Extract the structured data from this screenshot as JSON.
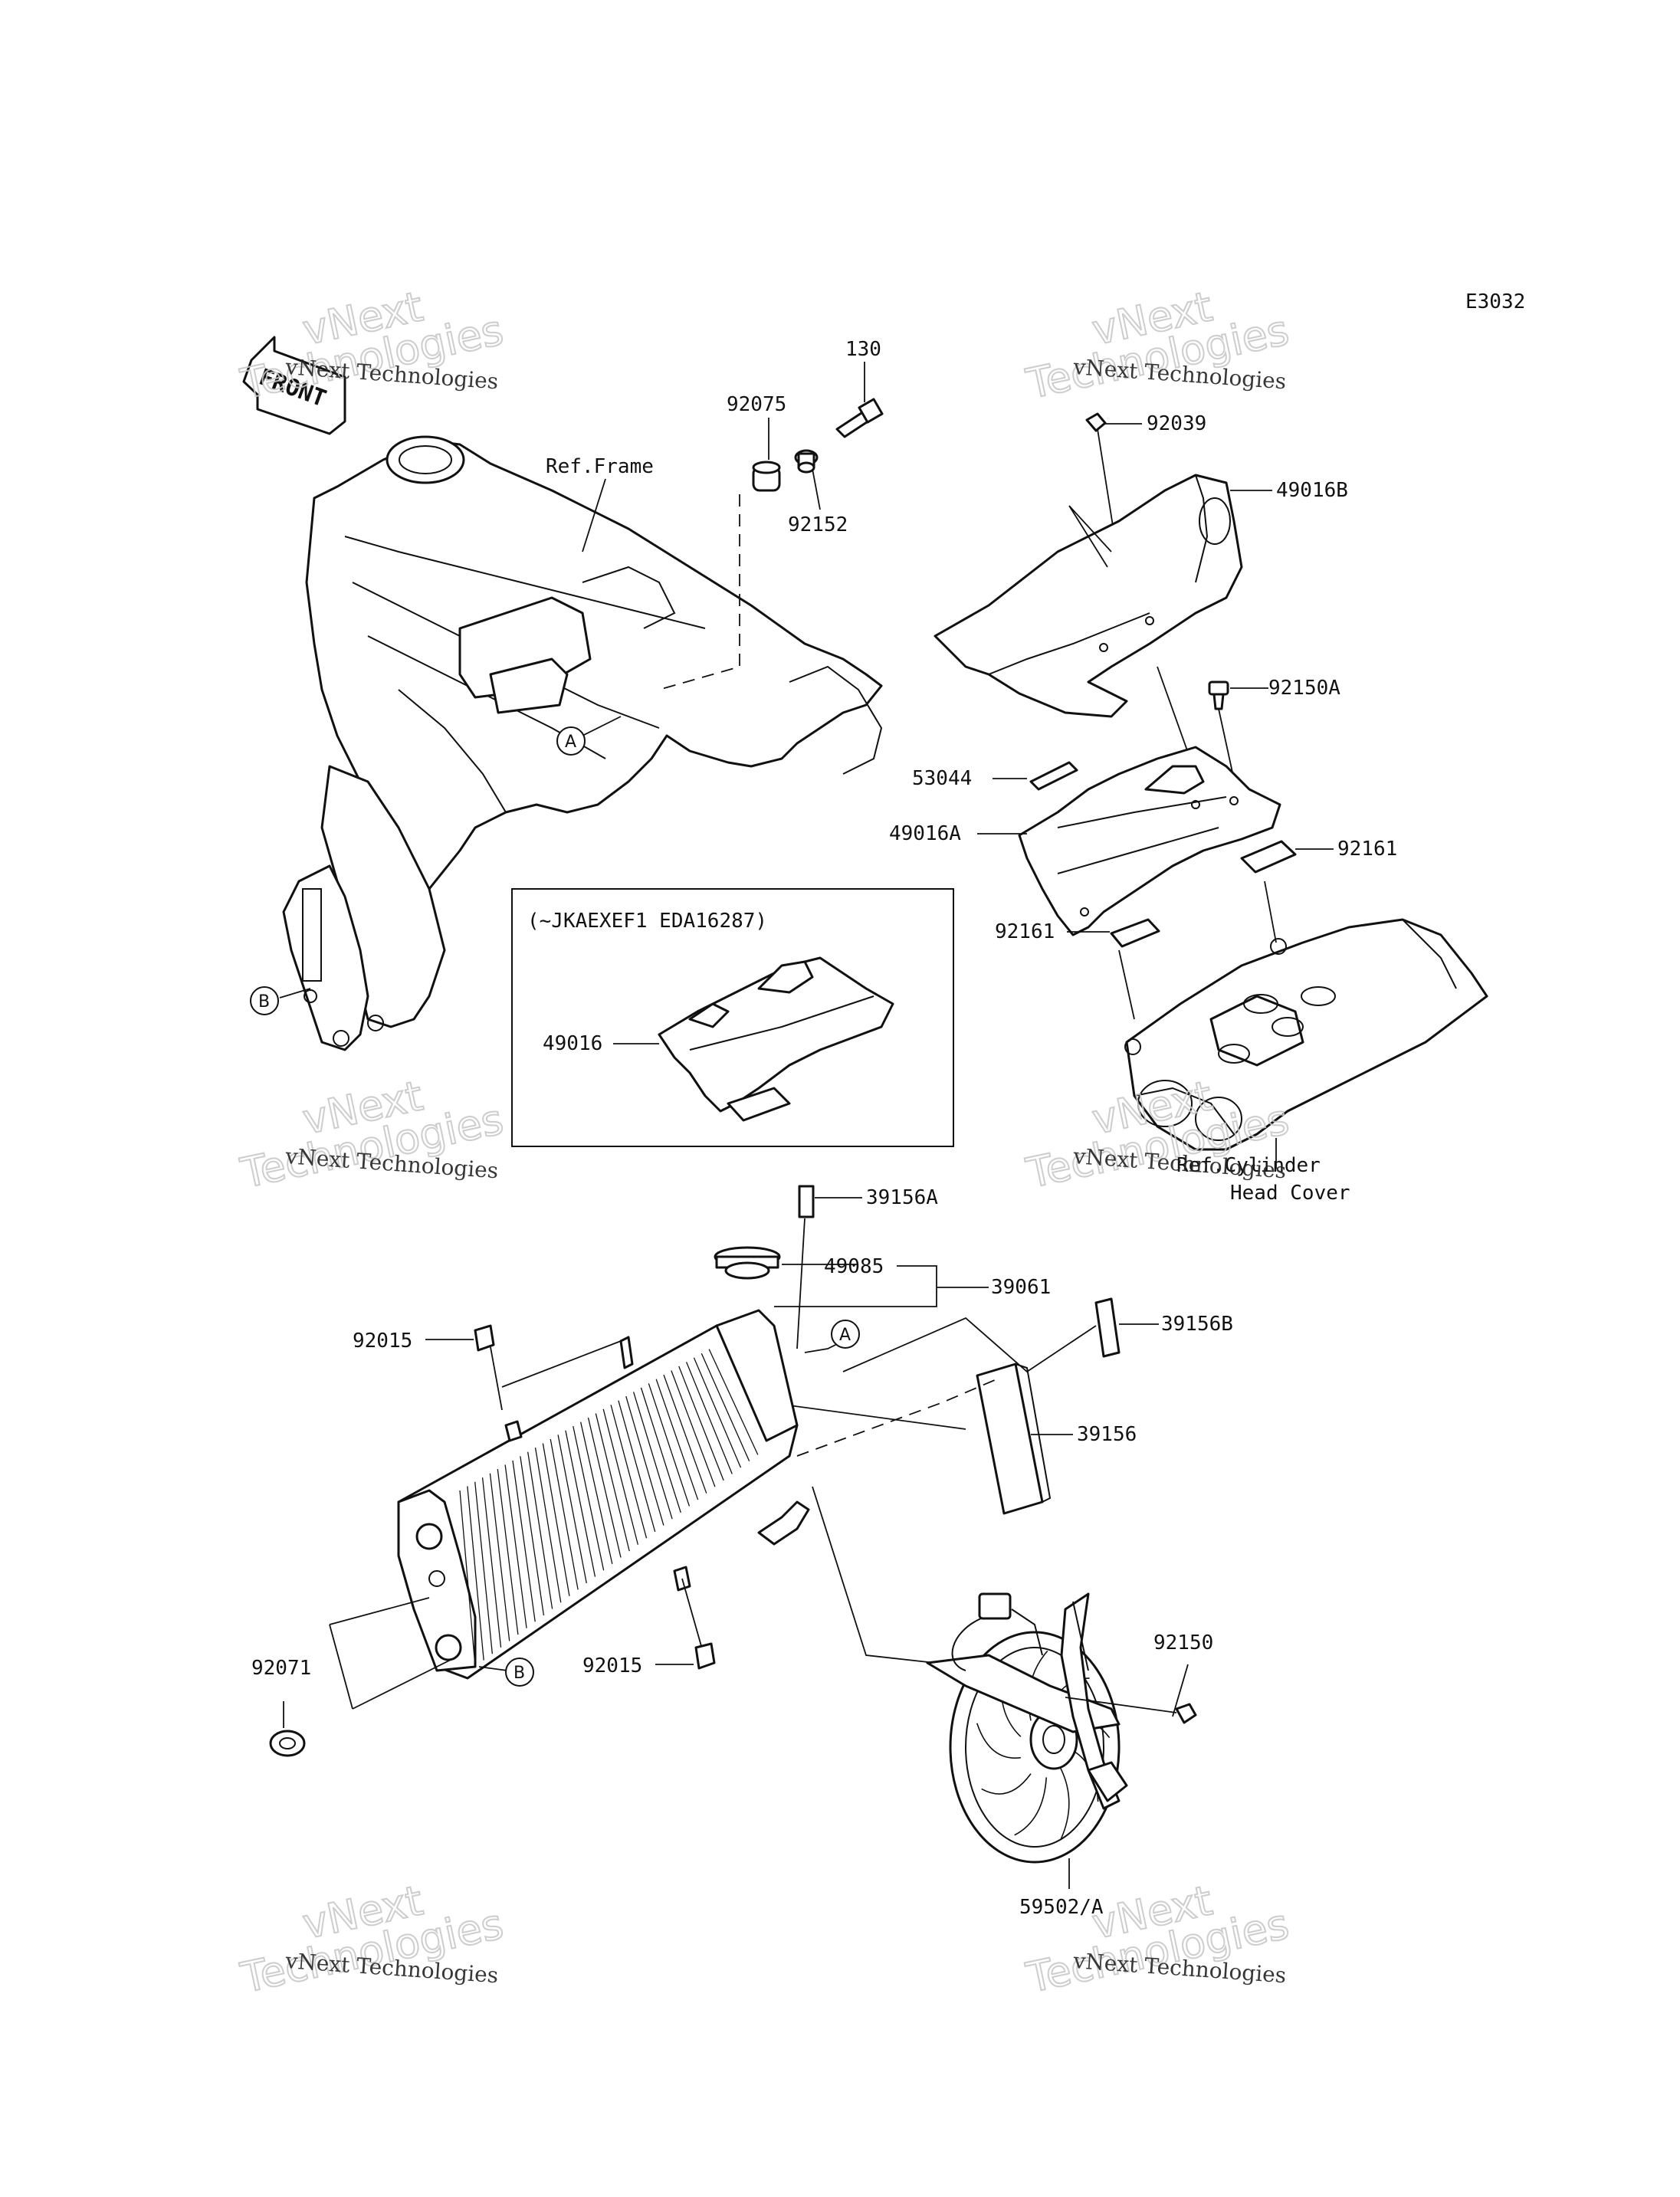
{
  "diagram_code": "E3032",
  "front_label": "FRONT",
  "watermark_small": "vNext Technologies",
  "watermark_big_line1": "vNext",
  "watermark_big_line2": "Technologies",
  "labels": {
    "p130": "130",
    "p92075": "92075",
    "p92152": "92152",
    "ref_frame": "Ref.Frame",
    "p92039": "92039",
    "p49016b": "49016B",
    "p92150a": "92150A",
    "p53044": "53044",
    "p49016a": "49016A",
    "p92161_right": "92161",
    "p92161_left": "92161",
    "inset_note": "(~JKAEXEF1 EDA16287)",
    "p49016": "49016",
    "cyl_head_1": "Ref.Cylinder",
    "cyl_head_2": "Head Cover",
    "p39156a": "39156A",
    "p49085": "49085",
    "p39061": "39061",
    "p39156b": "39156B",
    "p92015_top": "92015",
    "p39156": "39156",
    "p92071": "92071",
    "p92015_bottom": "92015",
    "p92150": "92150",
    "p59502a": "59502/A"
  },
  "callouts": {
    "a": "A",
    "b": "B"
  }
}
